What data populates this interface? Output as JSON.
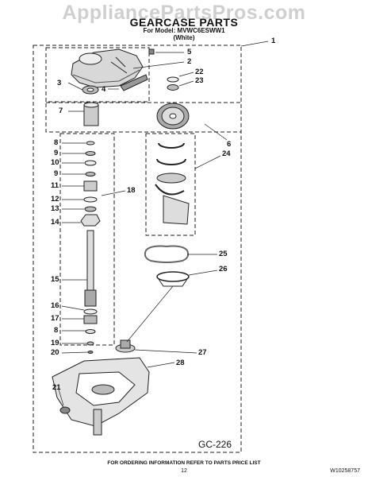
{
  "watermark": "AppliancePartsPros.com",
  "title": "GEARCASE PARTS",
  "model_line": "For Model: MVWC6ESWW1",
  "color_line": "(White)",
  "diagram_code": "GC-226",
  "footer_instruction": "FOR ORDERING INFORMATION REFER TO PARTS PRICE LIST",
  "page_number": "12",
  "document_number": "W10258757",
  "callouts": {
    "c1": "1",
    "c2": "2",
    "c3": "3",
    "c4": "4",
    "c5": "5",
    "c6": "6",
    "c7": "7",
    "c8a": "8",
    "c9a": "9",
    "c10": "10",
    "c9b": "9",
    "c11": "11",
    "c12": "12",
    "c13": "13",
    "c14": "14",
    "c15": "15",
    "c16": "16",
    "c17": "17",
    "c8b": "8",
    "c19": "19",
    "c20": "20",
    "c21": "21",
    "c18": "18",
    "c22": "22",
    "c23": "23",
    "c24": "24",
    "c25": "25",
    "c26": "26",
    "c27": "27",
    "c28": "28"
  }
}
